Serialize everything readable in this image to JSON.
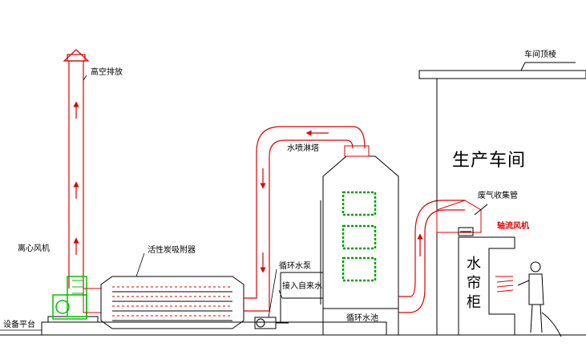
{
  "labels": {
    "stack": "高空排放",
    "workshop_roof": "车间顶棱",
    "workshop": "生产车间",
    "spray_tower": "水喷淋塔",
    "gas_hood": "废气收集管",
    "axial_fan": "轴流风机",
    "water_curtain": "水帘柜",
    "centrifugal_fan": "离心风机",
    "carbon_adsorber": "活性炭吸附器",
    "circulation_pump": "循环水泵",
    "tap_water": "接入自来水",
    "circulation_pool": "循环水池",
    "platform": "设备平台"
  },
  "colors": {
    "duct": "#e00000",
    "fan": "#00c000",
    "panel_fill": "#00a000",
    "line": "#000000"
  }
}
